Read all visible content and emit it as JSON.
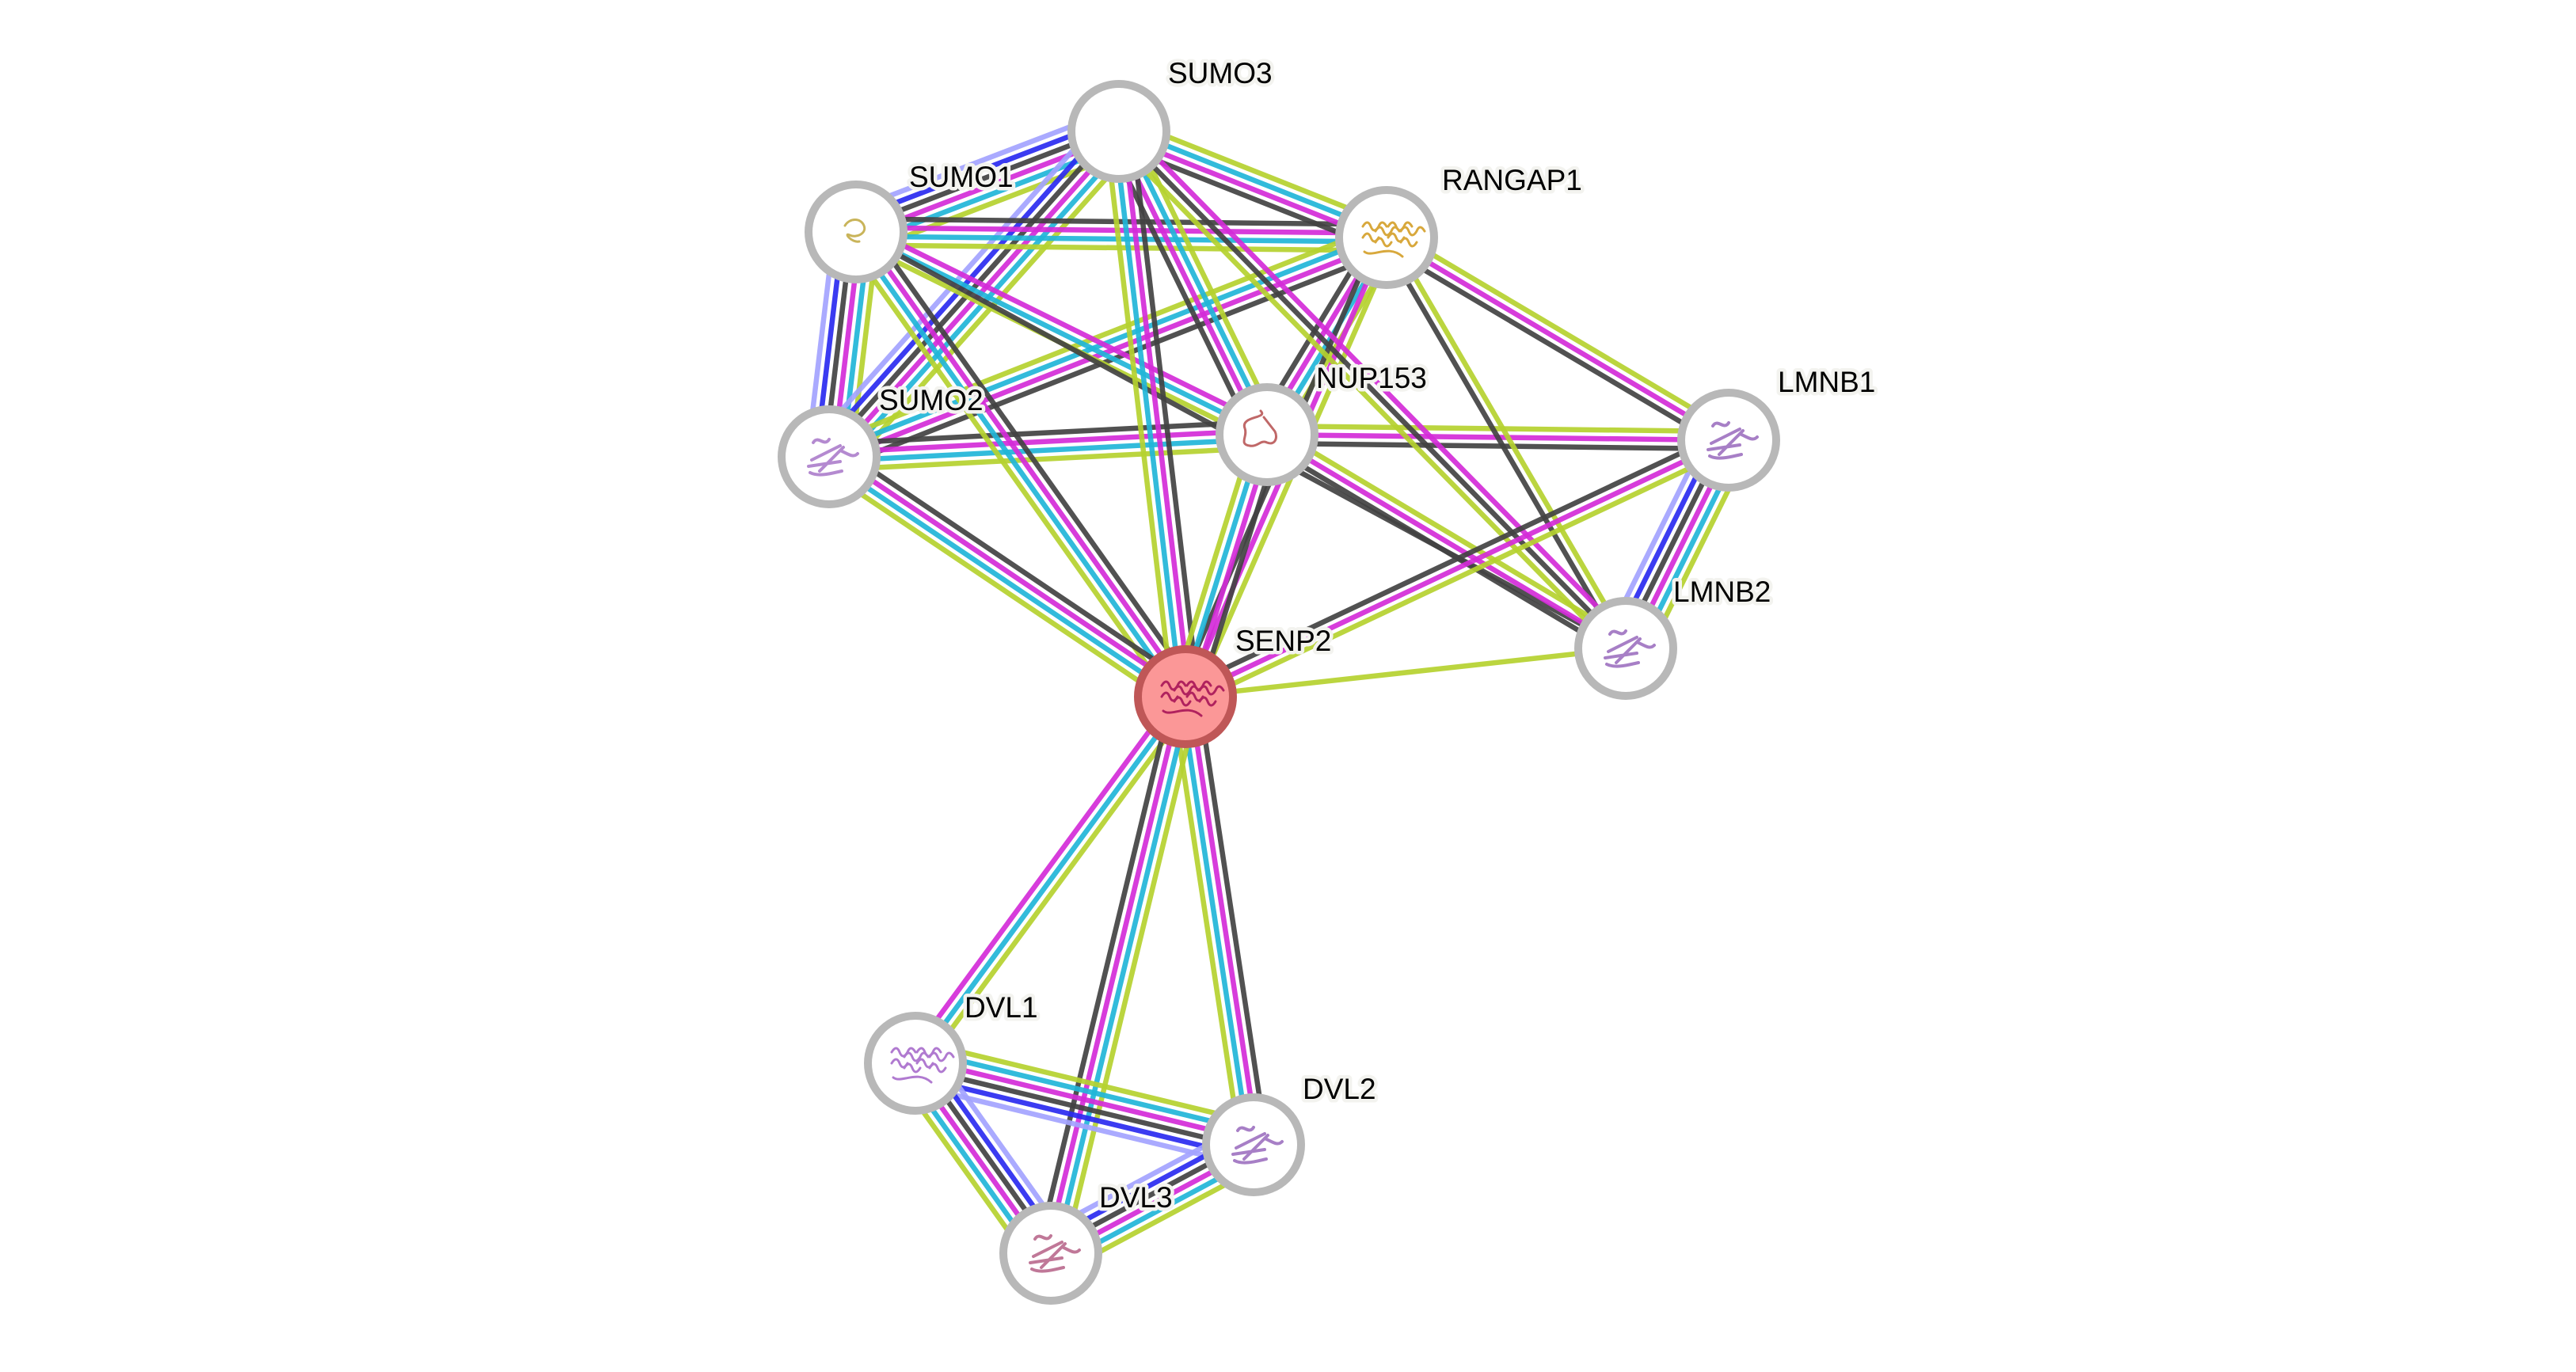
{
  "diagram": {
    "type": "protein-interaction-network",
    "query_protein": "SENP2",
    "evidence_colors": {
      "textmining": "#b5d12f",
      "database": "#21b5d8",
      "experiments": "#d42bd8",
      "coexpression": "#424242",
      "cooccurrence": "#2a2af0",
      "homology": "#a3a3ff"
    },
    "node_style": {
      "ring_color": "#b8b8b8",
      "fill_color": "#ffffff",
      "query_ring_color": "#bf5757",
      "query_fill_color": "#fb9797"
    },
    "nodes": [
      {
        "id": "SUMO3",
        "label": "SUMO3",
        "query": false,
        "structure": "none",
        "structure_color": ""
      },
      {
        "id": "SUMO1",
        "label": "SUMO1",
        "query": false,
        "structure": "small",
        "structure_color": "#c9b45a"
      },
      {
        "id": "RANGAP1",
        "label": "RANGAP1",
        "query": false,
        "structure": "helix",
        "structure_color": "#d8a83c"
      },
      {
        "id": "SUMO2",
        "label": "SUMO2",
        "query": false,
        "structure": "sheet",
        "structure_color": "#b48ad0"
      },
      {
        "id": "NUP153",
        "label": "NUP153",
        "query": false,
        "structure": "coil",
        "structure_color": "#c06868"
      },
      {
        "id": "LMNB1",
        "label": "LMNB1",
        "query": false,
        "structure": "sheet",
        "structure_color": "#a77fc6"
      },
      {
        "id": "LMNB2",
        "label": "LMNB2",
        "query": false,
        "structure": "sheet",
        "structure_color": "#a77fc6"
      },
      {
        "id": "SENP2",
        "label": "SENP2",
        "query": true,
        "structure": "helix",
        "structure_color": "#b0225e"
      },
      {
        "id": "DVL1",
        "label": "DVL1",
        "query": false,
        "structure": "helix",
        "structure_color": "#b07ad0"
      },
      {
        "id": "DVL2",
        "label": "DVL2",
        "query": false,
        "structure": "sheet",
        "structure_color": "#a77fc6"
      },
      {
        "id": "DVL3",
        "label": "DVL3",
        "query": false,
        "structure": "sheet",
        "structure_color": "#c07898"
      }
    ],
    "edges": [
      {
        "source": "SUMO1",
        "target": "SUMO3",
        "evidence": [
          "homology",
          "cooccurrence",
          "coexpression",
          "experiments",
          "database",
          "textmining"
        ]
      },
      {
        "source": "SUMO1",
        "target": "SUMO2",
        "evidence": [
          "textmining",
          "database",
          "experiments",
          "coexpression",
          "cooccurrence",
          "homology"
        ]
      },
      {
        "source": "SUMO2",
        "target": "SUMO3",
        "evidence": [
          "homology",
          "cooccurrence",
          "coexpression",
          "experiments",
          "database",
          "textmining"
        ]
      },
      {
        "source": "SUMO1",
        "target": "RANGAP1",
        "evidence": [
          "coexpression",
          "experiments",
          "database",
          "textmining"
        ]
      },
      {
        "source": "SUMO3",
        "target": "RANGAP1",
        "evidence": [
          "textmining",
          "database",
          "experiments",
          "coexpression"
        ]
      },
      {
        "source": "SUMO2",
        "target": "RANGAP1",
        "evidence": [
          "textmining",
          "database",
          "experiments",
          "coexpression"
        ]
      },
      {
        "source": "SUMO1",
        "target": "NUP153",
        "evidence": [
          "experiments",
          "database",
          "textmining"
        ]
      },
      {
        "source": "SUMO1",
        "target": "LMNB2",
        "evidence": [
          "coexpression"
        ]
      },
      {
        "source": "SUMO2",
        "target": "NUP153",
        "evidence": [
          "coexpression",
          "experiments",
          "database",
          "textmining"
        ]
      },
      {
        "source": "SUMO3",
        "target": "NUP153",
        "evidence": [
          "textmining",
          "database",
          "experiments",
          "coexpression"
        ]
      },
      {
        "source": "RANGAP1",
        "target": "NUP153",
        "evidence": [
          "textmining",
          "database",
          "experiments",
          "coexpression"
        ]
      },
      {
        "source": "SUMO1",
        "target": "SENP2",
        "evidence": [
          "coexpression",
          "experiments",
          "database",
          "textmining"
        ]
      },
      {
        "source": "SUMO2",
        "target": "SENP2",
        "evidence": [
          "coexpression",
          "experiments",
          "database",
          "textmining"
        ]
      },
      {
        "source": "SUMO3",
        "target": "SENP2",
        "evidence": [
          "coexpression",
          "experiments",
          "database",
          "textmining"
        ]
      },
      {
        "source": "RANGAP1",
        "target": "SENP2",
        "evidence": [
          "textmining",
          "experiments",
          "coexpression"
        ]
      },
      {
        "source": "NUP153",
        "target": "SENP2",
        "evidence": [
          "coexpression",
          "experiments",
          "database",
          "textmining"
        ]
      },
      {
        "source": "NUP153",
        "target": "LMNB1",
        "evidence": [
          "textmining",
          "experiments",
          "coexpression"
        ]
      },
      {
        "source": "NUP153",
        "target": "LMNB2",
        "evidence": [
          "textmining",
          "experiments",
          "coexpression"
        ]
      },
      {
        "source": "RANGAP1",
        "target": "LMNB1",
        "evidence": [
          "textmining",
          "experiments",
          "coexpression"
        ]
      },
      {
        "source": "RANGAP1",
        "target": "LMNB2",
        "evidence": [
          "textmining",
          "coexpression"
        ]
      },
      {
        "source": "SUMO3",
        "target": "LMNB2",
        "evidence": [
          "experiments",
          "coexpression",
          "textmining"
        ]
      },
      {
        "source": "LMNB1",
        "target": "LMNB2",
        "evidence": [
          "textmining",
          "database",
          "experiments",
          "coexpression",
          "cooccurrence",
          "homology"
        ]
      },
      {
        "source": "LMNB1",
        "target": "SENP2",
        "evidence": [
          "textmining",
          "experiments",
          "coexpression"
        ]
      },
      {
        "source": "LMNB2",
        "target": "SENP2",
        "evidence": [
          "textmining"
        ]
      },
      {
        "source": "SENP2",
        "target": "DVL1",
        "evidence": [
          "textmining",
          "database",
          "experiments"
        ]
      },
      {
        "source": "SENP2",
        "target": "DVL2",
        "evidence": [
          "coexpression",
          "experiments",
          "database",
          "textmining"
        ]
      },
      {
        "source": "SENP2",
        "target": "DVL3",
        "evidence": [
          "textmining",
          "database",
          "experiments",
          "coexpression"
        ]
      },
      {
        "source": "DVL1",
        "target": "DVL2",
        "evidence": [
          "textmining",
          "database",
          "experiments",
          "coexpression",
          "cooccurrence",
          "homology"
        ]
      },
      {
        "source": "DVL1",
        "target": "DVL3",
        "evidence": [
          "homology",
          "cooccurrence",
          "coexpression",
          "experiments",
          "database",
          "textmining"
        ]
      },
      {
        "source": "DVL2",
        "target": "DVL3",
        "evidence": [
          "textmining",
          "database",
          "experiments",
          "coexpression",
          "cooccurrence",
          "homology"
        ]
      }
    ]
  }
}
